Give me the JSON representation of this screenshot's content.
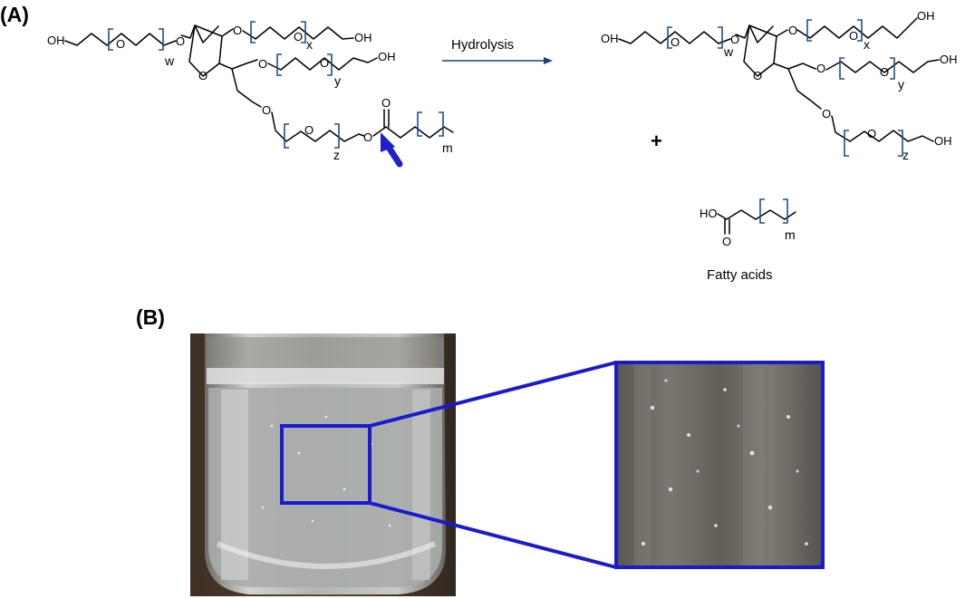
{
  "panel_a": {
    "label": "(A)",
    "reaction_label": "Hydrolysis",
    "plus_sign": "+",
    "fatty_acid_caption": "Fatty acids",
    "atoms": {
      "oxygen": "O",
      "hydroxyl": "OH",
      "acid_head": "HO"
    },
    "repeat_units": {
      "w": "w",
      "x": "x",
      "y": "y",
      "z": "z",
      "m": "m"
    },
    "colors": {
      "bracket": "#1f4e8c",
      "arrow": "#1f3f7a",
      "cleavage_marker": "#1f1fcc"
    }
  },
  "panel_b": {
    "label": "(B)",
    "colors": {
      "zoom_frame": "#1a1ad0",
      "background": "#4a3a2c",
      "liquid": "#a8acaa"
    }
  }
}
